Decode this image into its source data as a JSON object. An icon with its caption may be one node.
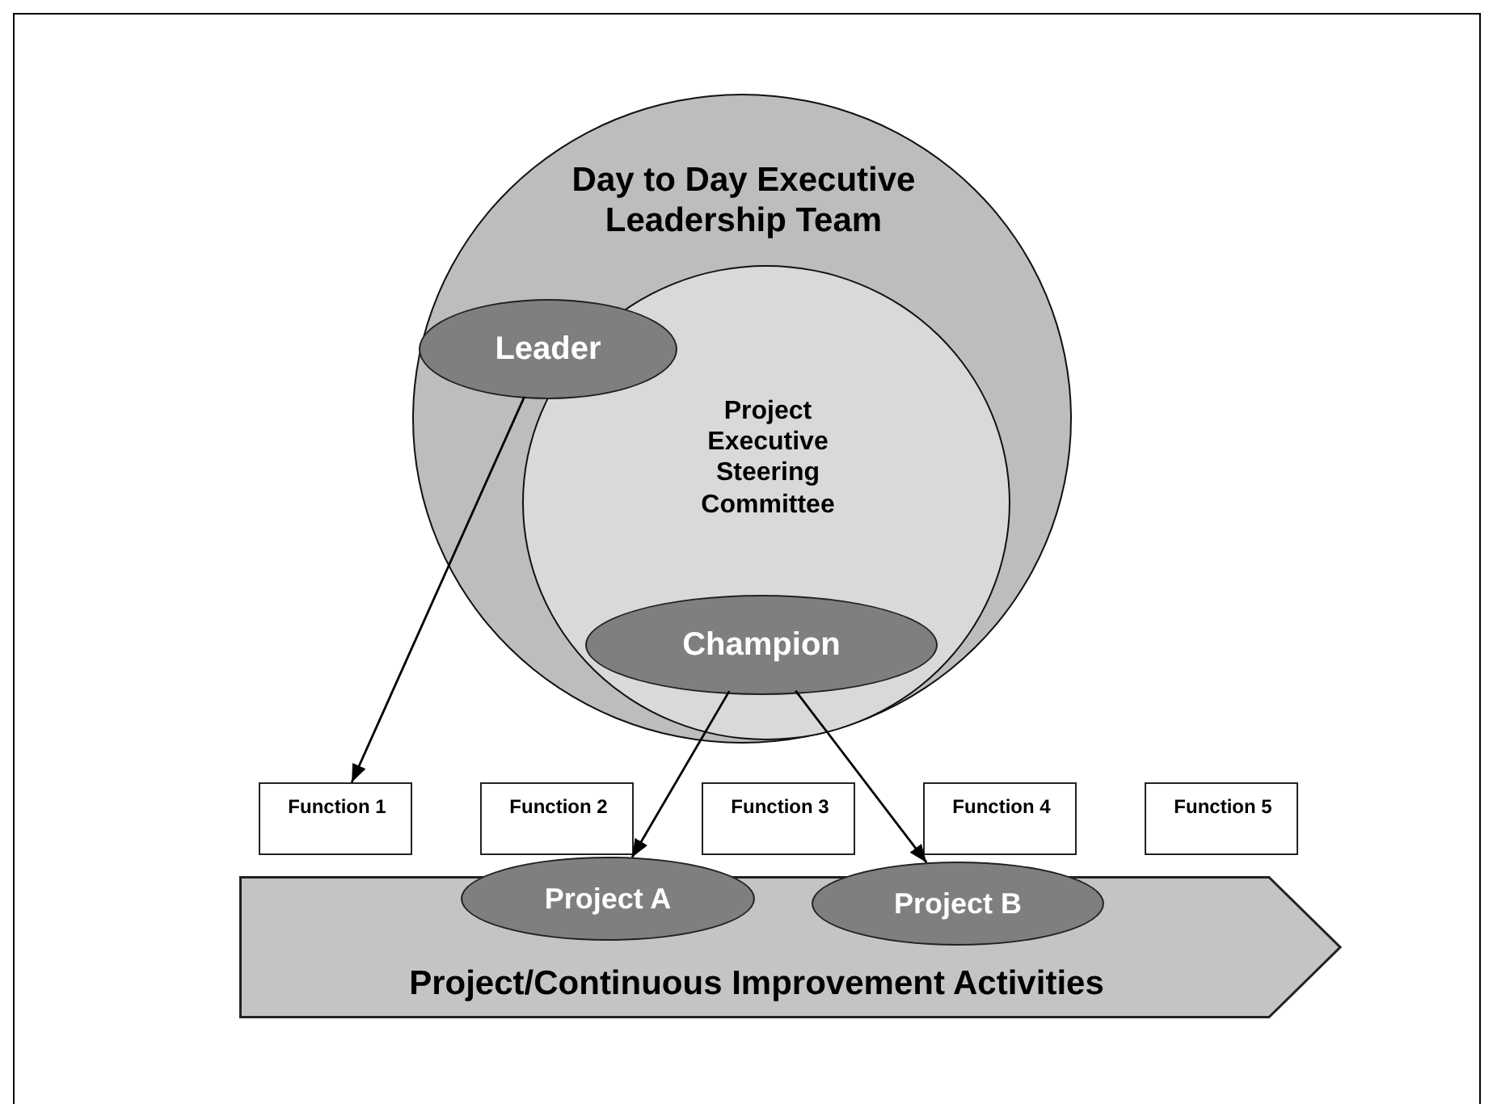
{
  "diagram": {
    "nodes": [
      {
        "text": [
          "Day to Day Executive Leadership Team"
        ]
      },
      {
        "text": [
          "Leader"
        ],
        "in": 0
      },
      {
        "text": [
          "Project Executive Steering Committee"
        ],
        "in": 0
      },
      {
        "text": [
          "Champion"
        ],
        "in": 2
      },
      {
        "text": [
          "Function 1"
        ]
      },
      {
        "text": [
          "Function 2"
        ]
      },
      {
        "text": [
          "Function 3"
        ]
      },
      {
        "text": [
          "Function 4"
        ]
      },
      {
        "text": [
          "Function 5"
        ]
      },
      {
        "text": [
          "Project/Continuous Improvement Activities"
        ]
      },
      {
        "text": [
          "Project A"
        ]
      },
      {
        "text": [
          "Project B"
        ]
      }
    ],
    "edges": [
      {
        "from": 1,
        "to": 4,
        "arrow": "to"
      },
      {
        "from": 3,
        "to": 10,
        "arrow": "to"
      },
      {
        "from": 3,
        "to": 11,
        "arrow": "to"
      }
    ]
  }
}
